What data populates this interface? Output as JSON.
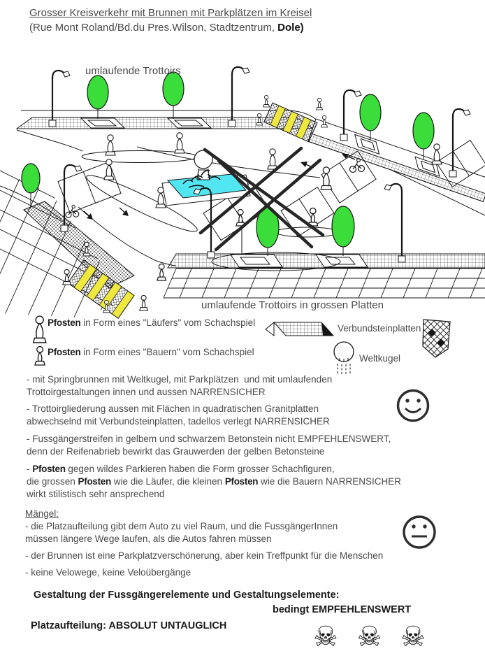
{
  "header": {
    "title": "Grosser Kreisverkehr mit Brunnen mit Parkplätzen im Kreisel",
    "subtitle_pre": "(Rue Mont Roland/Bd.du Pres.Wilson, Stadtzentrum, ",
    "subtitle_city": "Dole)"
  },
  "drawing": {
    "label_top": "umlaufende Trottoirs",
    "label_bottom": "umlaufende Trottoirs in grossen Platten",
    "colors": {
      "tree_green": "#3bdd3b",
      "water_cyan": "#52e6f2",
      "crosswalk_yellow": "#efe93f",
      "ink": "#161616"
    }
  },
  "legend": {
    "bishop_row_bold": "Pfosten",
    "bishop_row_rest": " in Form eines \"Läufers\" vom Schachspiel",
    "verbundstein_label": "Verbundsteinplatten",
    "pawn_row_bold": "Pfosten",
    "pawn_row_rest": " in Form eines \"Bauern\" vom Schachspiel",
    "weltkugel_label": "Weltkugel"
  },
  "assessment": {
    "p1_line1": "- mit Springbrunnen mit Weltkugel, mit Parkplätzen  und mit umlaufenden",
    "p1_line2": "Trottoirgestaltungen innen und aussen NARRENSICHER",
    "p2_line1": "- Trottoirgliederung aussen mit Flächen in quadratischen Granitplatten",
    "p2_line2": "abwechselnd mit Verbundsteinplatten, tadellos verlegt NARRENSICHER",
    "p3_line1": "- Fussgängerstreifen in gelbem und schwarzem Betonstein nicht EMPFEHLENSWERT,",
    "p3_line2": "denn der Reifenabrieb bewirkt das Grauwerden der gelben Betonsteine",
    "p4_line1_pre": "- ",
    "p4_line1_bold": "Pfosten",
    "p4_line1_rest": " gegen wildes Parkieren haben die Form grosser Schachfiguren,",
    "p4_line2_pre": "die grossen ",
    "p4_line2_bold1": "Pfosten",
    "p4_line2_mid": " wie die Läufer, die kleinen ",
    "p4_line2_bold2": "Pfosten",
    "p4_line2_rest": " wie die Bauern NARRENSICHER",
    "p4_line3": "wirkt stilistisch sehr ansprechend"
  },
  "maengel": {
    "title": "Mängel:",
    "item1_line1": "- die Platzaufteilung gibt dem Auto zu viel Raum, und die FussgängerInnen",
    "item1_line2": "müssen längere Wege laufen, als die Autos fahren müssen",
    "item2": "- der Brunnen ist eine Parkplatzverschönerung, aber kein Treffpunkt für die Menschen",
    "item3": "- keine Velowege, keine Veloübergänge"
  },
  "verdict": {
    "line1": "Gestaltung der Fussgängerelemente und Gestaltungselemente:",
    "line2": "bedingt EMPFEHLENSWERT",
    "line3": "Platzaufteilung: ABSOLUT UNTAUGLICH",
    "skulls": "☠ ☠ ☠"
  }
}
